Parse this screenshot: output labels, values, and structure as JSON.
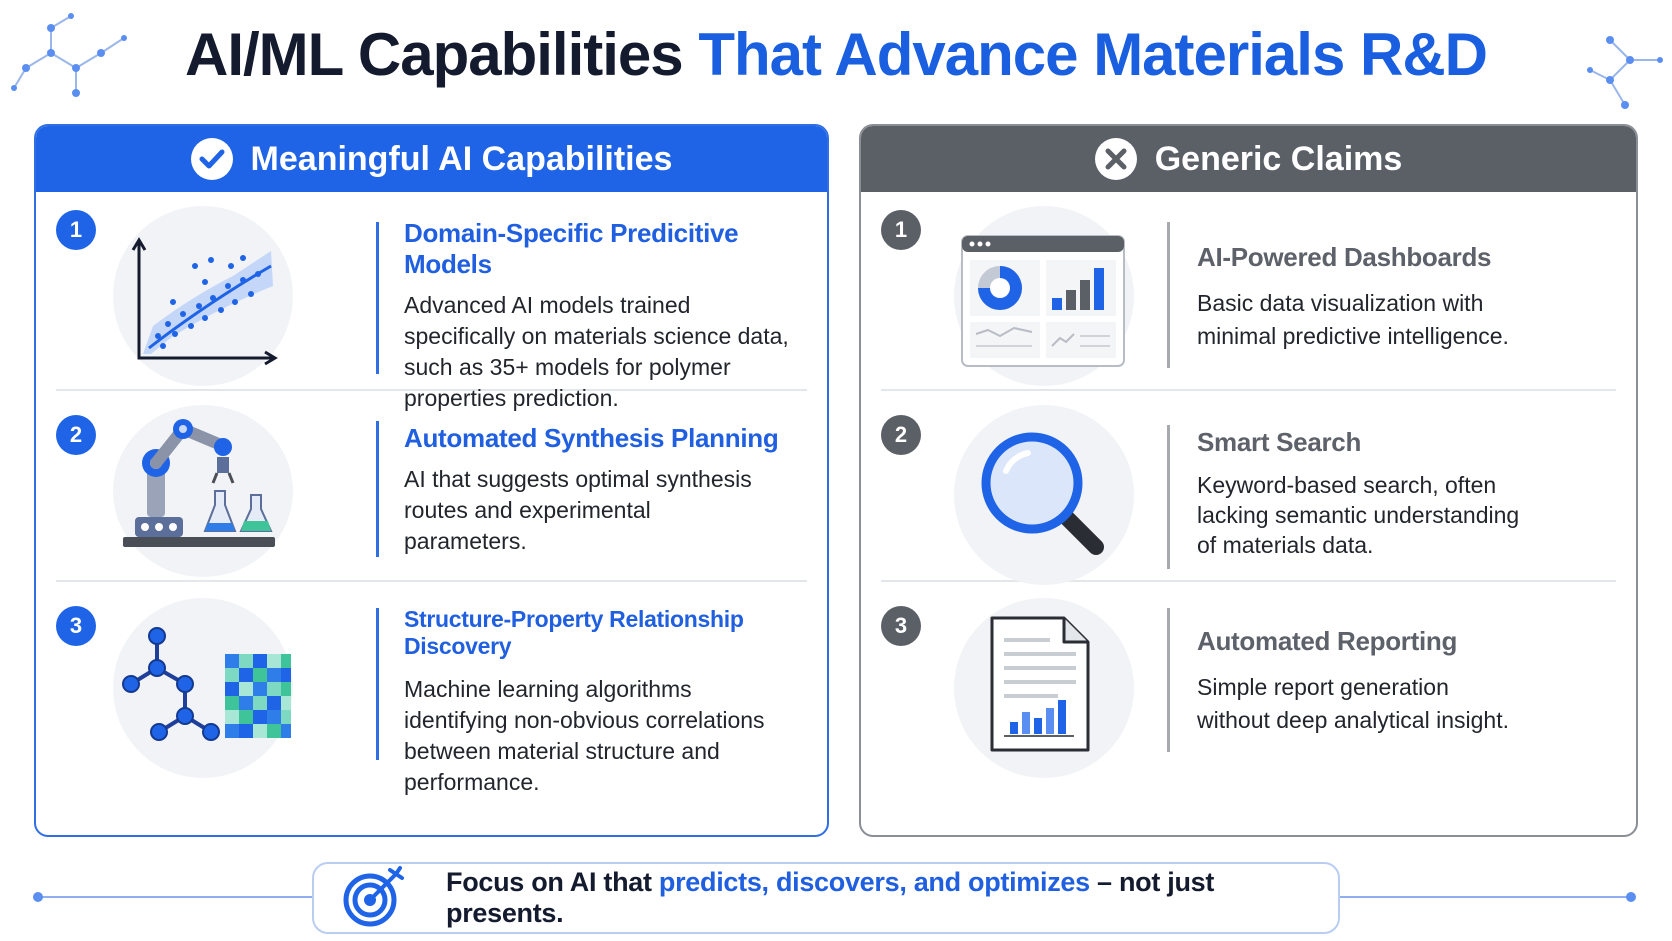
{
  "title": {
    "part1": "AI/ML Capabilities",
    "part2": "That Advance Materials R&D"
  },
  "left_panel": {
    "header": "Meaningful AI Capabilities",
    "header_icon": "check-circle-icon",
    "items": [
      {
        "number": "1",
        "title": "Domain-Specific Predicitive Models",
        "lines": [
          "Advanced AI models trained",
          "specifically on materials science data,",
          "such as 35+ models for polymer",
          "properties prediction."
        ],
        "icon": "scatter-plot-icon"
      },
      {
        "number": "2",
        "title": "Automated Synthesis Planning",
        "lines": [
          "AI that suggests optimal synthesis",
          "routes and experimental",
          "parameters."
        ],
        "icon": "robot-arm-icon"
      },
      {
        "number": "3",
        "title": "Structure-Property Relationship Discovery",
        "lines": [
          "Machine learning algorithms",
          "identifying non-obvious correlations",
          "between material structure and",
          "performance."
        ],
        "icon": "molecule-heatmap-icon"
      }
    ]
  },
  "right_panel": {
    "header": "Generic Claims",
    "header_icon": "x-circle-icon",
    "items": [
      {
        "number": "1",
        "title": "AI-Powered Dashboards",
        "lines": [
          "Basic data visualization with",
          "minimal predictive intelligence."
        ],
        "icon": "dashboard-icon"
      },
      {
        "number": "2",
        "title": "Smart Search",
        "lines": [
          "Keyword-based search, often",
          "lacking semantic understanding",
          "of materials data."
        ],
        "icon": "magnifier-icon"
      },
      {
        "number": "3",
        "title": "Automated Reporting",
        "lines": [
          "Simple report generation",
          "without deep analytical insight."
        ],
        "icon": "report-document-icon"
      }
    ]
  },
  "footer": {
    "icon": "target-icon",
    "text_start": "Focus on AI that ",
    "text_highlight": "predicts, discovers, and optimizes",
    "text_end": " – not just presents."
  },
  "colors": {
    "accent_blue": "#1f63e6",
    "neutral_gray": "#5b5f66",
    "title_dark": "#141b2e"
  }
}
